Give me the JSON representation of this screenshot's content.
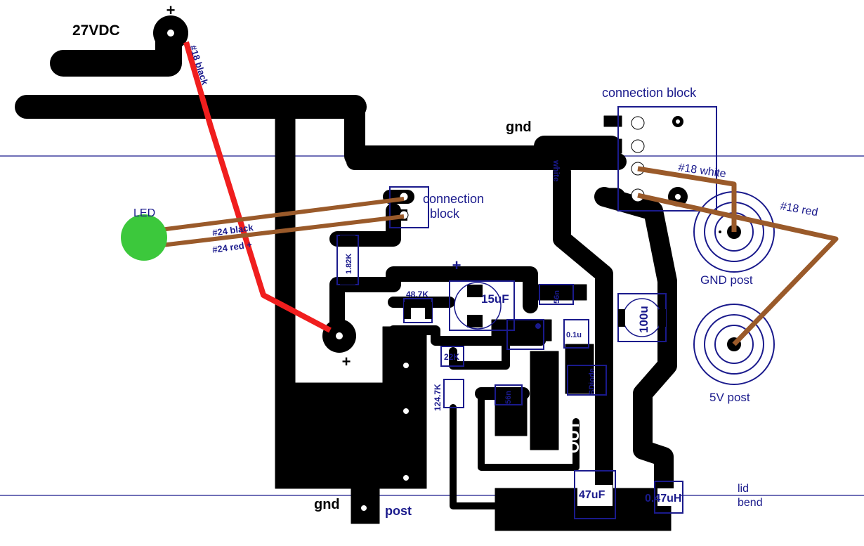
{
  "labels": {
    "supply": "27VDC",
    "plus_top": "+",
    "plus_bottom": "+",
    "plus_cap": "+",
    "wire_18_black": "#18 black",
    "gnd_top": "gnd",
    "gnd_bottom": "gnd",
    "post_bottom": "post",
    "conn_block_top": "connection block",
    "conn_block_mid_1": "connection",
    "conn_block_mid_2": "block",
    "white_vertical": "white",
    "wire_18_white": "#18 white",
    "wire_18_red": "#18 red",
    "led": "LED",
    "wire_24_black": "#24 black",
    "wire_24_red": "#24 red +",
    "gnd_post": "GND post",
    "v5_post": "5V post",
    "lid_bend_1": "lid",
    "lid_bend_2": "bend",
    "out": "OUT"
  },
  "components": {
    "r_182k": "1.82K",
    "r_487k": "48.7K",
    "c_15uf": "15uF",
    "l_56n_top": "56n",
    "c_100u": "100u",
    "c_01u": "0.1u",
    "r_22k": "22K",
    "r_1247k": "124.7K",
    "l_56n_bottom": "56n",
    "d_sdiode": "SDiode",
    "c_47uf": "47uF",
    "l_047uh": "0.47uH"
  },
  "colors": {
    "trace": "#000000",
    "outline": "#1a1a8c",
    "red_wire": "#f01e1e",
    "brown_wire": "#9a5a2a",
    "led": "#3cc83c",
    "guide_line": "#1a1a8c"
  }
}
